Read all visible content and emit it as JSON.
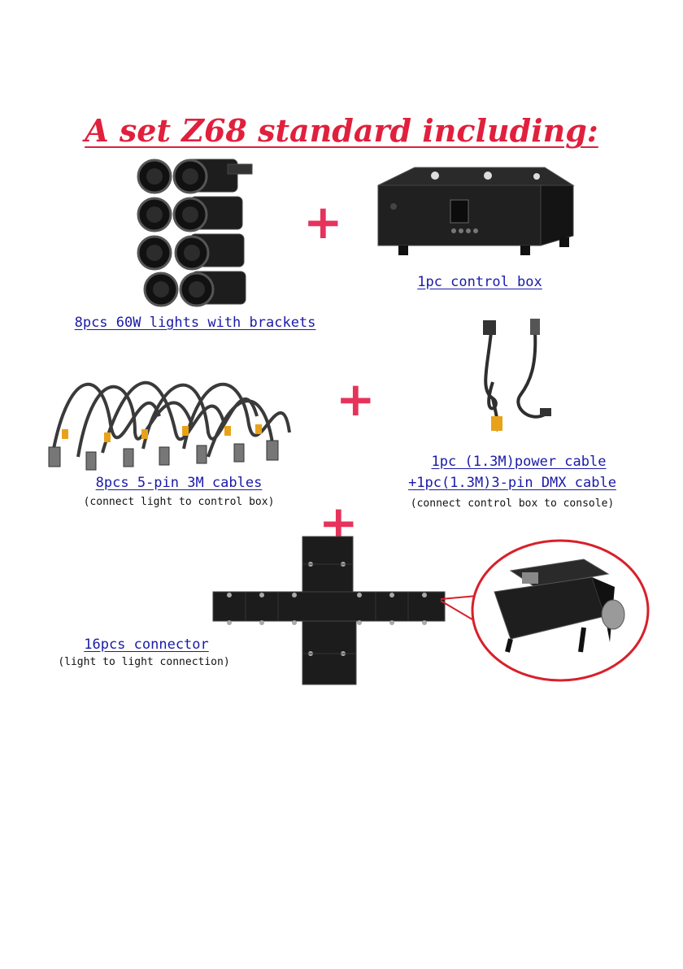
{
  "title": "A set Z68 standard including:",
  "items": {
    "lights": {
      "caption": "8pcs 60W lights with brackets"
    },
    "control_box": {
      "caption": "1pc control box"
    },
    "cables": {
      "caption": "8pcs 5-pin 3M cables",
      "note": "(connect light to control box)"
    },
    "power": {
      "caption_line1": "1pc (1.3M)power cable",
      "caption_line2": "+1pc(1.3M)3-pin DMX cable",
      "note": "(connect control box to console)"
    },
    "connector": {
      "caption": "16pcs connector",
      "note": "(light to light connection)"
    }
  },
  "plus_symbol": "+",
  "colors": {
    "title": "#e0203d",
    "caption": "#1a1aa8",
    "plus": "#e6335c",
    "callout": "#d8202a"
  }
}
